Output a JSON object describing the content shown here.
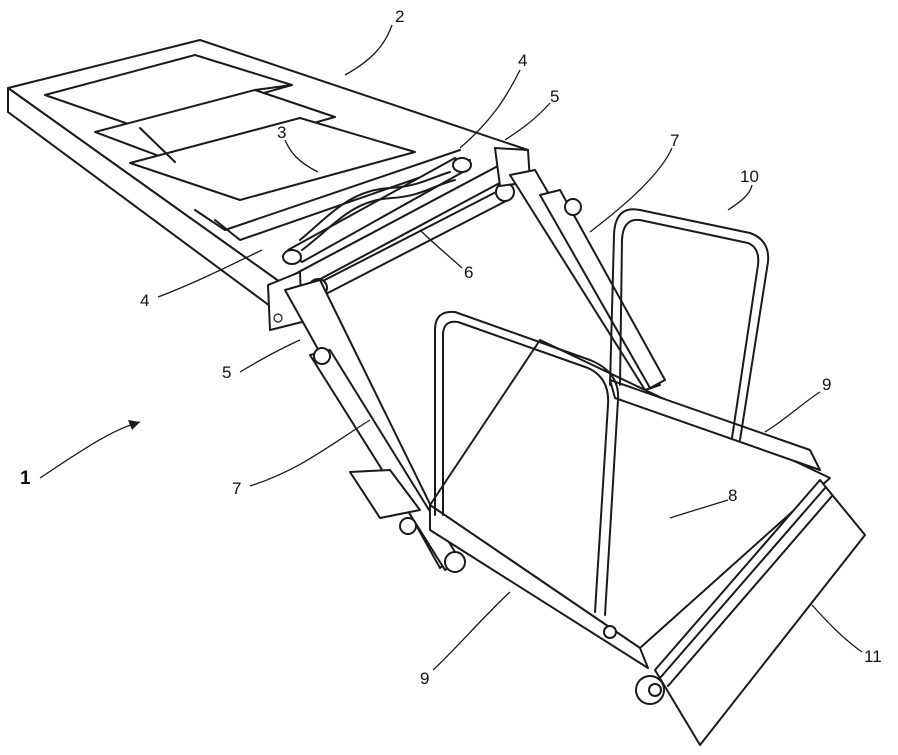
{
  "labels": {
    "l1": "1",
    "l2": "2",
    "l3": "3",
    "l4a": "4",
    "l4b": "4",
    "l5a": "5",
    "l5b": "5",
    "l6": "6",
    "l7a": "7",
    "l7b": "7",
    "l8": "8",
    "l9a": "9",
    "l9b": "9",
    "l10": "10",
    "l11": "11"
  }
}
